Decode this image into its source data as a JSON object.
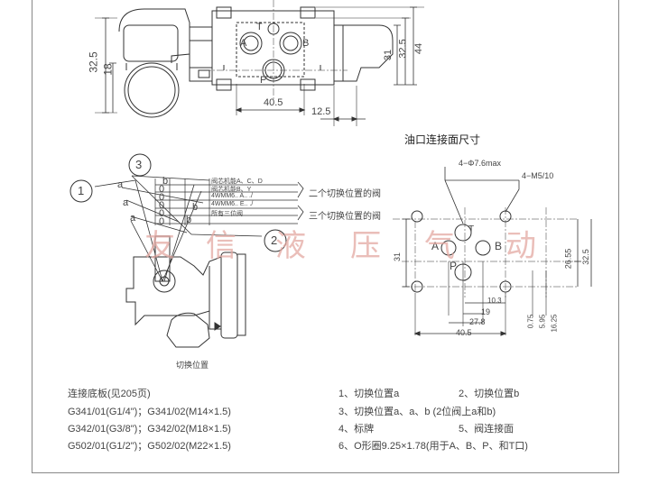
{
  "dims": {
    "w325": "32.5",
    "w18": "18",
    "d31": "31",
    "d325": "32.5",
    "d44": "44",
    "d405": "40.5",
    "d125": "12.5",
    "r31": "31",
    "r2655": "26.55",
    "r325": "32.5",
    "r103": "10.3",
    "r19": "19",
    "r278": "27.8",
    "r405b": "40.5",
    "r075": "0.75",
    "r595": "5.95",
    "r1625": "16.25"
  },
  "ports": {
    "A": "A",
    "B": "B",
    "P": "P",
    "T": "T",
    "A2": "A",
    "B2": "B",
    "P2": "P",
    "T2": "T"
  },
  "section_title": "油口连接面尺寸",
  "callouts": {
    "c1": "1",
    "c2": "2",
    "c3": "3"
  },
  "letters": {
    "a": "a",
    "b": "b",
    "zero": "0"
  },
  "hole_labels": {
    "phi": "4−Φ7.6max",
    "m5": "4−M5/10"
  },
  "table_rows": [
    "阀芯机能A、C、D",
    "阀芯机能B、Y",
    "4WMM6.. A.. ./",
    "4WMM6.. E.. ./",
    "所有三位阀"
  ],
  "side_notes": {
    "two_pos": "二个切换位置的阀",
    "three_pos": "三个切换位置的阀"
  },
  "switch_label": "切换位置",
  "watermark_chars": [
    "友",
    "信",
    "液",
    "压",
    "气",
    "动"
  ],
  "subplates": {
    "title": "连接底板(见205页)",
    "rows": [
      "G341/01(G1/4\")；G341/02(M14×1.5)",
      "G342/01(G3/8\")；G342/02(M18×1.5)",
      "G502/01(G1/2\")；G502/02(M22×1.5)"
    ]
  },
  "legend": {
    "l1": "1、切换位置a",
    "l2": "2、切换位置b",
    "l3": "3、切换位置a、a、b (2位阀上a和b)",
    "l4": "4、标牌",
    "l5": "5、阀连接面",
    "l6": "6、O形圈9.25×1.78(用于A、B、P、和T口)"
  }
}
